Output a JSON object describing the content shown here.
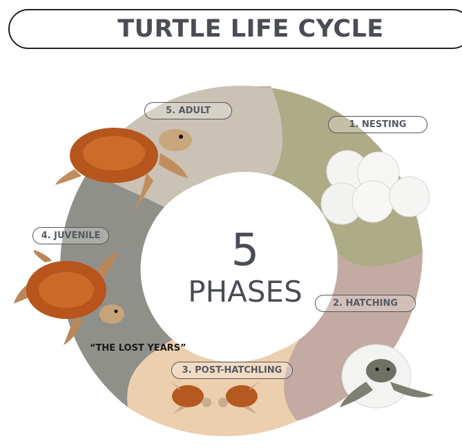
{
  "title": "TURTLE LIFE CYCLE",
  "center": {
    "number": "5",
    "word": "PHASES"
  },
  "phases": [
    {
      "label": "1. NESTING",
      "color": "#aeab87"
    },
    {
      "label": "2. HATCHING",
      "color": "#c3aaa3"
    },
    {
      "label": "3. POST-HATCHLING",
      "color": "#eccfae"
    },
    {
      "label": "4. JUVENILE",
      "color": "#8f9089"
    },
    {
      "label": "5. ADULT",
      "color": "#c9c2b5"
    }
  ],
  "note": "“THE LOST YEARS”",
  "icons": [
    "turtle-eggs-icon",
    "hatchling-in-egg-icon",
    "post-hatchling-turtles-icon",
    "juvenile-turtle-icon",
    "adult-turtle-icon"
  ]
}
